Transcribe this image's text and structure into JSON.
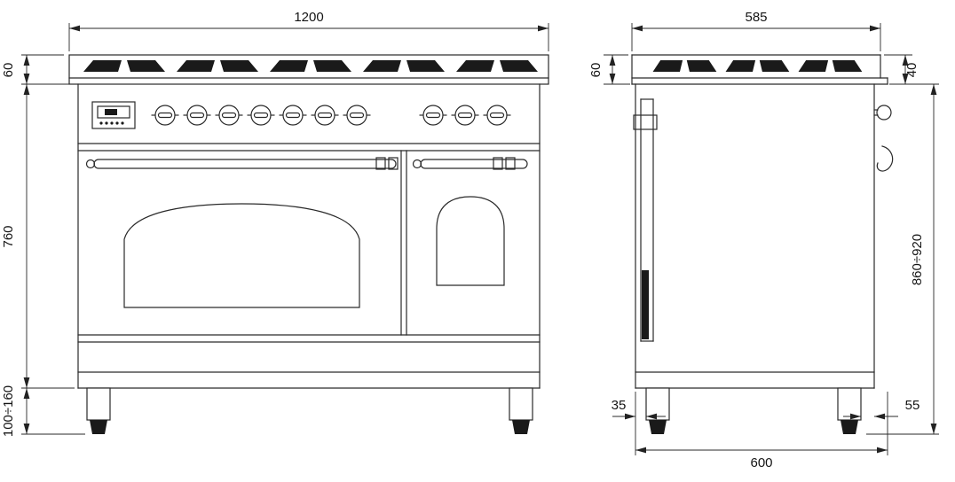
{
  "front_view": {
    "dim_width": "1200",
    "dim_cooktop_height": "60",
    "dim_body_height": "760",
    "dim_leg_height": "100÷160"
  },
  "side_view": {
    "dim_depth": "585",
    "dim_cooktop_height": "60",
    "dim_rear_height": "40",
    "dim_overall_height": "860÷920",
    "dim_front_leg_inset": "35",
    "dim_rear_leg_inset": "55",
    "dim_depth_floor": "600"
  }
}
